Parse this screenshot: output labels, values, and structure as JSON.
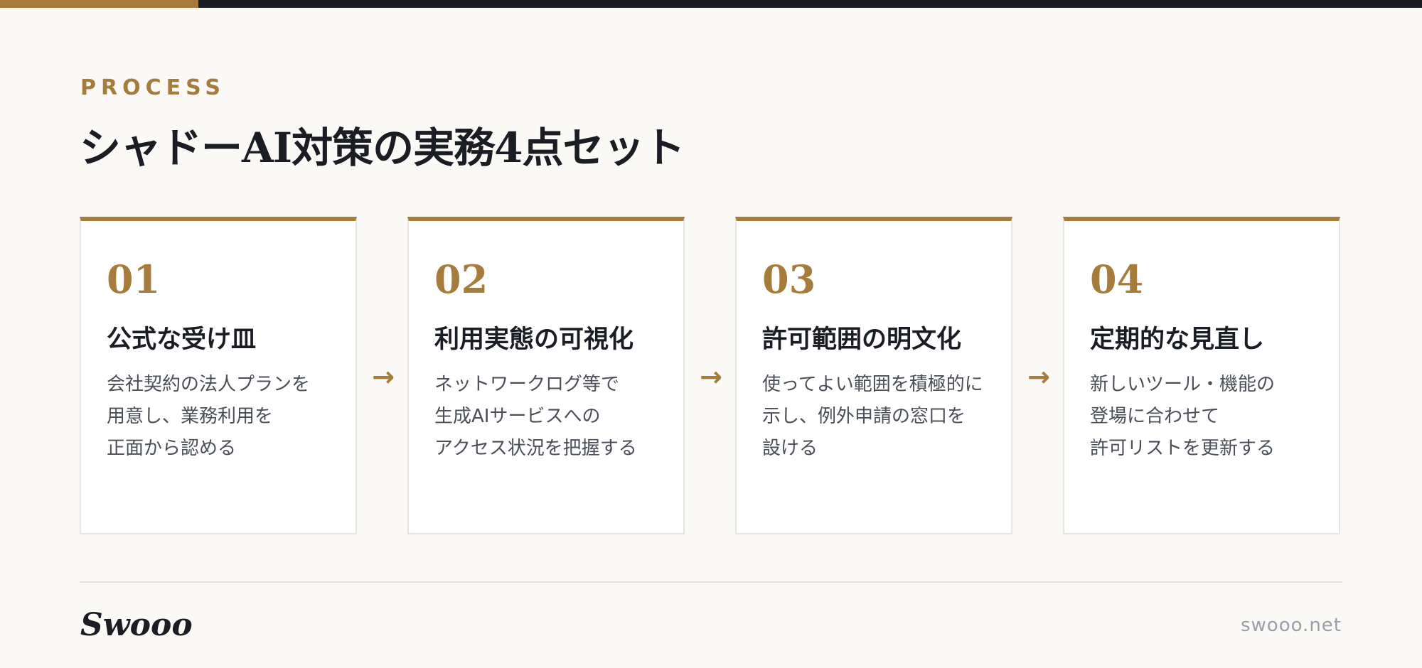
{
  "header": {
    "eyebrow": "PROCESS",
    "title": "シャドーAI対策の実務4点セット"
  },
  "steps": [
    {
      "number": "01",
      "title": "公式な受け皿",
      "lines": [
        "会社契約の法人プランを",
        "用意し、業務利用を",
        "正面から認める"
      ]
    },
    {
      "number": "02",
      "title": "利用実態の可視化",
      "lines": [
        "ネットワークログ等で",
        "生成AIサービスへの",
        "アクセス状況を把握する"
      ]
    },
    {
      "number": "03",
      "title": "許可範囲の明文化",
      "lines": [
        "使ってよい範囲を積極的に",
        "示し、例外申請の窓口を",
        "設ける"
      ]
    },
    {
      "number": "04",
      "title": "定期的な見直し",
      "lines": [
        "新しいツール・機能の",
        "登場に合わせて",
        "許可リストを更新する"
      ]
    }
  ],
  "arrow_symbol": "→",
  "footer": {
    "logo": "Swooo",
    "url": "swooo.net"
  },
  "colors": {
    "accent": "#a67c3d",
    "dark": "#1a1d24",
    "background": "#faf9f6"
  }
}
